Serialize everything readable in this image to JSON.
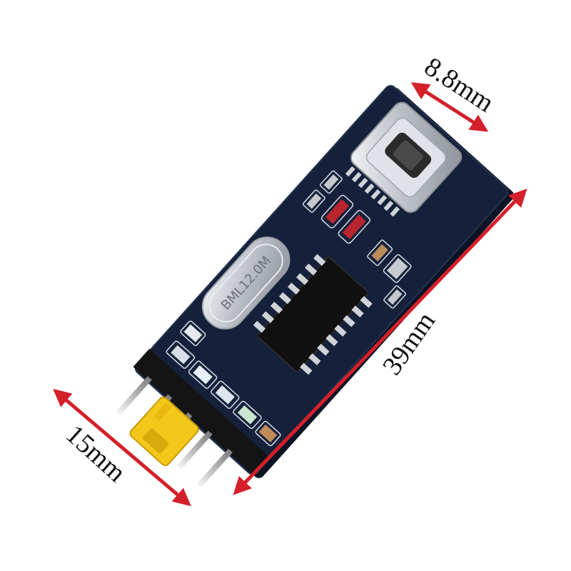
{
  "product": {
    "crystal_marking": "BML12.0M"
  },
  "dimensions": {
    "connector_width": "8.8mm",
    "board_length": "39mm",
    "board_width": "15mm"
  },
  "colors": {
    "arrow": "#d4202a",
    "pcb": "#15213a",
    "jumper": "#f4c81a",
    "connector_metal": "#c9ccd2"
  }
}
